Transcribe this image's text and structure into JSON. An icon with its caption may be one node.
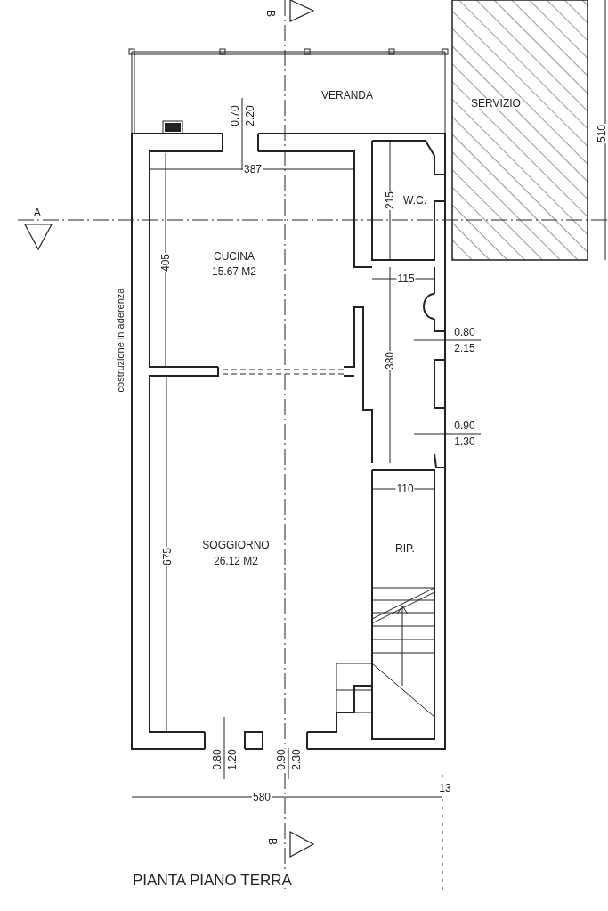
{
  "diagram": {
    "caption": "PIANTA PIANO TERRA",
    "labels": [
      "B",
      "VERANDA",
      "SERVIZIO",
      "0.70",
      "2.20",
      "510",
      "387",
      "A",
      "215",
      "W.C.",
      "CUCINA",
      "15.67 M2",
      "405",
      "costruzione in aderenza",
      "115",
      "0.80",
      "2.15",
      "380",
      "0.90",
      "1.30",
      "110",
      "SOGGIORNO",
      "26.12 M2",
      "RIP.",
      "675",
      "0.80",
      "1.20",
      "0.90",
      "2.30",
      "13",
      "580",
      "B"
    ]
  }
}
